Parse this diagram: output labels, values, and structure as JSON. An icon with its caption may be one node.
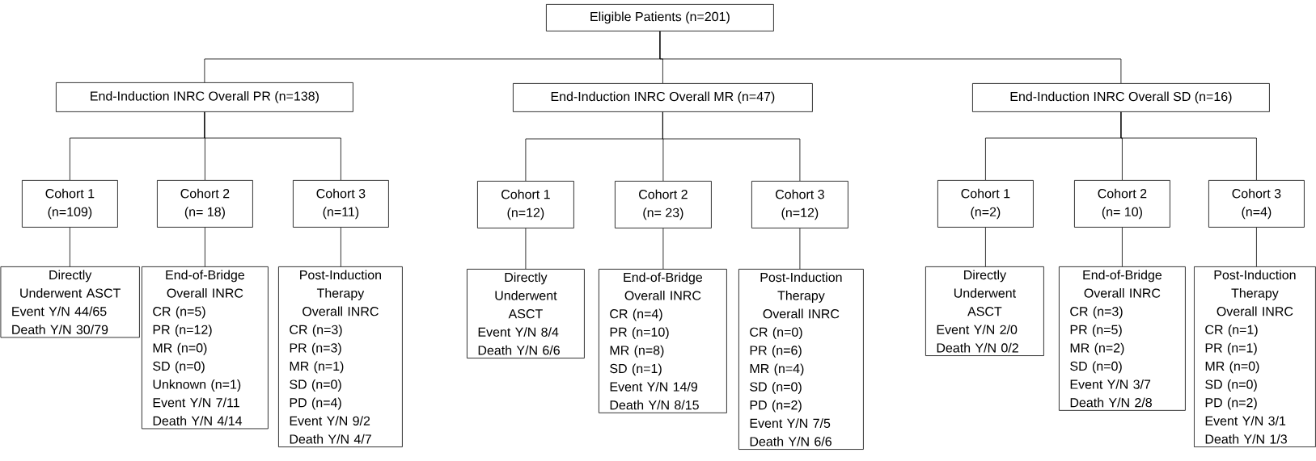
{
  "diagram": {
    "nodes": [
      {
        "text": [
          "Eligible Patients (n=201)"
        ]
      },
      {
        "text": [
          "End-Induction INRC Overall PR (n=138)"
        ]
      },
      {
        "text": [
          "End-Induction INRC Overall MR (n=47)"
        ]
      },
      {
        "text": [
          "End-Induction INRC Overall SD (n=16)"
        ]
      },
      {
        "text": [
          "Cohort 1",
          "(n=109)"
        ]
      },
      {
        "text": [
          "Cohort 2",
          "(n= 18)"
        ]
      },
      {
        "text": [
          "Cohort 3",
          "(n=11)"
        ]
      },
      {
        "text": [
          "Cohort 1",
          "(n=12)"
        ]
      },
      {
        "text": [
          "Cohort 2",
          "(n= 23)"
        ]
      },
      {
        "text": [
          "Cohort 3",
          "(n=12)"
        ]
      },
      {
        "text": [
          "Cohort 1",
          "(n=2)"
        ]
      },
      {
        "text": [
          "Cohort 2",
          "(n= 10)"
        ]
      },
      {
        "text": [
          "Cohort 3",
          "(n=4)"
        ]
      },
      {
        "text": [
          "Directly Underwent ASCT",
          "Event Y/N 44/65",
          "Death Y/N 30/79"
        ]
      },
      {
        "text": [
          "End-of-Bridge Overall INRC",
          "CR (n=5)",
          "PR (n=12)",
          "MR (n=0)",
          "SD (n=0)",
          "Unknown (n=1)",
          "Event Y/N 7/11",
          "Death Y/N 4/14"
        ]
      },
      {
        "text": [
          "Post-Induction Therapy Overall INRC",
          "CR (n=3)",
          "PR (n=3)",
          "MR (n=1)",
          "SD (n=0)",
          "PD (n=4)",
          "Event Y/N 9/2",
          "Death Y/N 4/7"
        ]
      },
      {
        "text": [
          "Directly Underwent ASCT",
          "Event Y/N 8/4",
          "Death Y/N 6/6"
        ]
      },
      {
        "text": [
          "End-of-Bridge Overall INRC",
          "CR (n=4)",
          "PR (n=10)",
          "MR (n=8)",
          "SD (n=1)",
          "Event Y/N 14/9",
          "Death Y/N 8/15"
        ]
      },
      {
        "text": [
          "Post-Induction Therapy Overall INRC",
          "CR (n=0)",
          "PR (n=6)",
          "MR (n=4)",
          "SD (n=0)",
          "PD (n=2)",
          "Event Y/N 7/5",
          "Death Y/N 6/6"
        ]
      },
      {
        "text": [
          "Directly Underwent ASCT",
          "Event Y/N 2/0",
          "Death Y/N 0/2"
        ]
      },
      {
        "text": [
          "End-of-Bridge Overall INRC",
          "CR (n=3)",
          "PR (n=5)",
          "MR (n=2)",
          "SD (n=0)",
          "Event Y/N 3/7",
          "Death Y/N 2/8"
        ]
      },
      {
        "text": [
          "Post-Induction Therapy Overall INRC",
          "CR (n=1)",
          "PR (n=1)",
          "MR (n=0)",
          "SD (n=0)",
          "PD (n=2)",
          "Event Y/N 3/1",
          "Death Y/N 1/3"
        ]
      }
    ],
    "edges": [
      {
        "from": 0,
        "to": 1,
        "arrow": "none"
      },
      {
        "from": 0,
        "to": 2,
        "arrow": "none"
      },
      {
        "from": 0,
        "to": 3,
        "arrow": "none"
      },
      {
        "from": 1,
        "to": 4,
        "arrow": "none"
      },
      {
        "from": 1,
        "to": 5,
        "arrow": "none"
      },
      {
        "from": 1,
        "to": 6,
        "arrow": "none"
      },
      {
        "from": 2,
        "to": 7,
        "arrow": "none"
      },
      {
        "from": 2,
        "to": 8,
        "arrow": "none"
      },
      {
        "from": 2,
        "to": 9,
        "arrow": "none"
      },
      {
        "from": 3,
        "to": 10,
        "arrow": "none"
      },
      {
        "from": 3,
        "to": 11,
        "arrow": "none"
      },
      {
        "from": 3,
        "to": 12,
        "arrow": "none"
      },
      {
        "from": 4,
        "to": 13,
        "arrow": "none"
      },
      {
        "from": 5,
        "to": 14,
        "arrow": "none"
      },
      {
        "from": 6,
        "to": 15,
        "arrow": "none"
      },
      {
        "from": 7,
        "to": 16,
        "arrow": "none"
      },
      {
        "from": 8,
        "to": 17,
        "arrow": "none"
      },
      {
        "from": 9,
        "to": 18,
        "arrow": "none"
      },
      {
        "from": 10,
        "to": 19,
        "arrow": "none"
      },
      {
        "from": 11,
        "to": 20,
        "arrow": "none"
      },
      {
        "from": 12,
        "to": 21,
        "arrow": "none"
      }
    ]
  }
}
